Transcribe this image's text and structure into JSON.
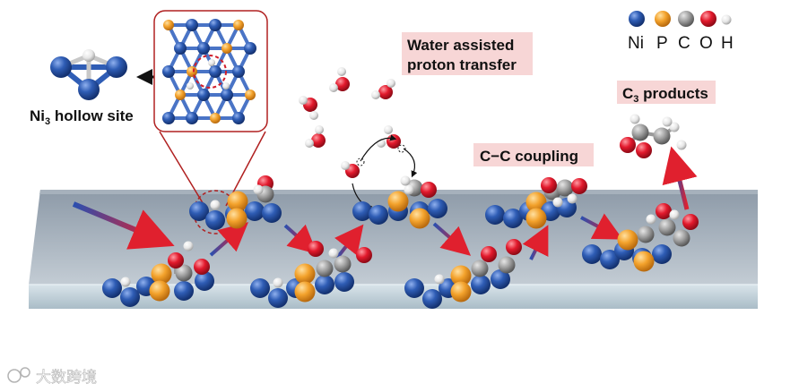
{
  "labels": {
    "hollow_site": "Ni",
    "hollow_site_sub": "3",
    "hollow_site_rest": " hollow site",
    "water_line1": "Water assisted",
    "water_line2": "proton transfer",
    "cc_coupling": "C−C coupling",
    "c3_prefix": "C",
    "c3_sub": "3",
    "c3_rest": " products"
  },
  "legend": [
    {
      "symbol": "Ni",
      "color": "#2a4f9c"
    },
    {
      "symbol": "P",
      "color": "#f0a030"
    },
    {
      "symbol": "C",
      "color": "#9a9a9a"
    },
    {
      "symbol": "O",
      "color": "#e0202e"
    },
    {
      "symbol": "H",
      "color": "#f2f2f2"
    }
  ],
  "watermark": "大数跨境",
  "colors": {
    "ni": "#2a4f9c",
    "p": "#f0a030",
    "c": "#9a9a9a",
    "o": "#e0202e",
    "h": "#f2f2f2",
    "label_bg": "#f7d6d6",
    "inset_border": "#b02020"
  }
}
